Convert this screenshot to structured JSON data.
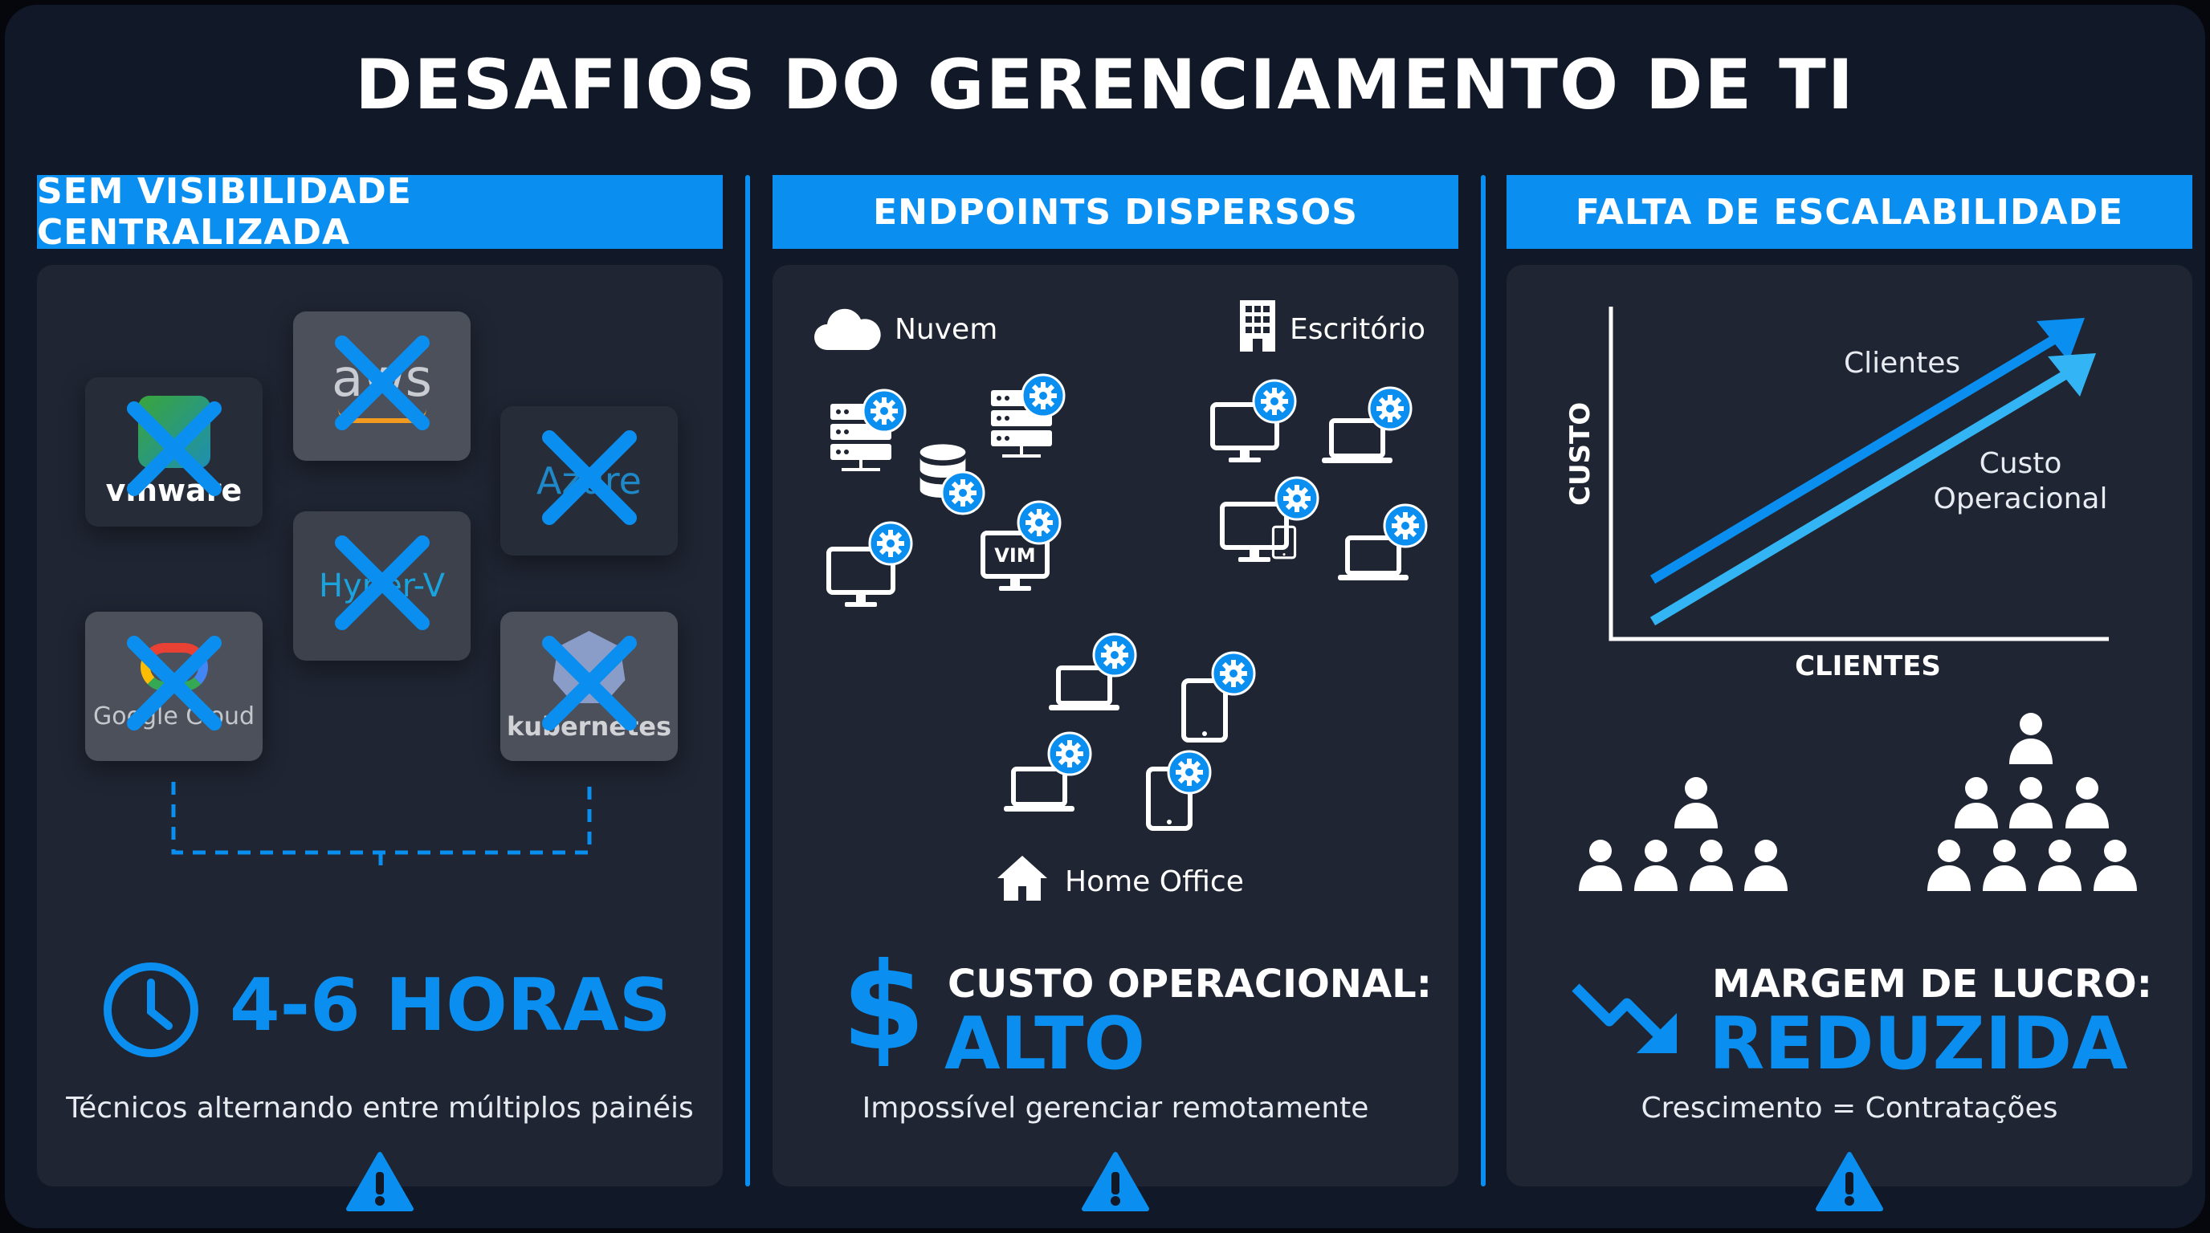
{
  "title": "DESAFIOS DO GERENCIAMENTO DE TI",
  "panels": [
    {
      "header": "SEM VISIBILIDADE CENTRALIZADA",
      "logos": {
        "vmware": "vmware",
        "aws": "aws",
        "azure": "Azure",
        "hyperv": "Hyper-V",
        "google": "Google Cloud",
        "kubernetes": "kubernetes"
      },
      "stat": "4-6 HORAS",
      "subtitle": "Técnicos alternando entre múltiplos painéis"
    },
    {
      "header": "ENDPOINTS DISPERSOS",
      "labels": {
        "cloud": "Nuvem",
        "office": "Escritório",
        "home": "Home Office",
        "vim": "VIM"
      },
      "stat_label": "CUSTO OPERACIONAL:",
      "stat": "ALTO",
      "subtitle": "Impossível gerenciar remotamente"
    },
    {
      "header": "FALTA DE ESCALABILIDADE",
      "chart": {
        "ylabel": "CUSTO",
        "xlabel": "CLIENTES",
        "series": [
          "Clientes",
          "Custo Operacional"
        ],
        "series_line2": "Operacional",
        "series_line1": "Custo"
      },
      "stat_label": "MARGEM DE LUCRO:",
      "stat": "REDUZIDA",
      "subtitle": "Crescimento = Contratações"
    }
  ],
  "colors": {
    "accent": "#0a8ff0",
    "accent_light": "#33b5f5",
    "bg": "#111827",
    "panel": "#1f2532"
  }
}
